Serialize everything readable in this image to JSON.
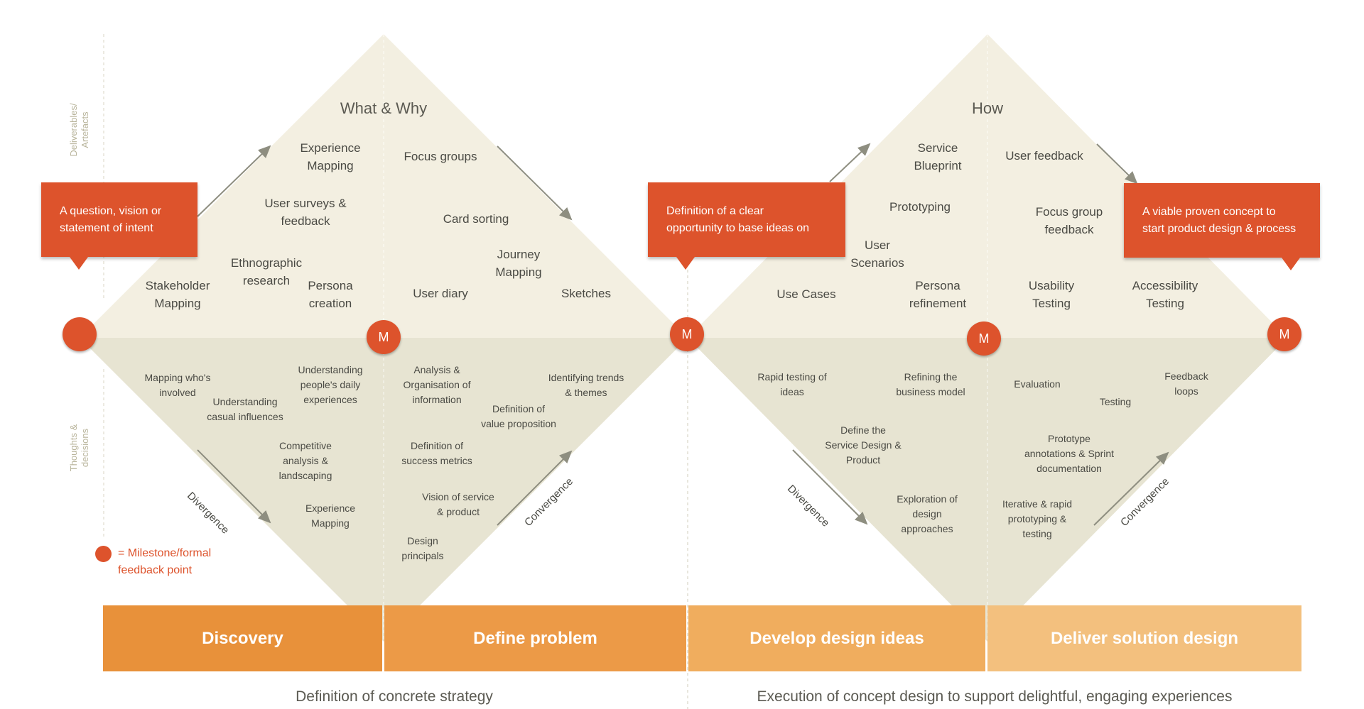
{
  "diamonds": {
    "what_why_title": "What & Why",
    "how_title": "How"
  },
  "side_labels": {
    "deliverables": "Deliverables/\nArtefacts",
    "thoughts": "Thoughts &\ndecisions"
  },
  "flow_labels": {
    "divergence": "Divergence",
    "convergence": "Convergence"
  },
  "callouts": [
    {
      "text": "A question, vision or\nstatement of intent"
    },
    {
      "text": "Definition of a clear\nopportunity to base ideas on"
    },
    {
      "text": "A viable proven concept to\nstart product design & process"
    }
  ],
  "milestones": {
    "marker": "M"
  },
  "deliverables": {
    "discovery": [
      "Experience\nMapping",
      "User surveys &\nfeedback",
      "Ethnographic\nresearch",
      "Stakeholder\nMapping",
      "Persona\ncreation"
    ],
    "define": [
      "Focus groups",
      "Card sorting",
      "Journey\nMapping",
      "User diary",
      "Sketches"
    ],
    "develop": [
      "Service\nBlueprint",
      "Prototyping",
      "User\nScenarios",
      "Use Cases",
      "Persona\nrefinement"
    ],
    "deliver": [
      "User feedback",
      "Focus group\nfeedback",
      "Usability\nTesting",
      "Accessibility\nTesting"
    ]
  },
  "thoughts": {
    "discovery": [
      "Mapping who's\ninvolved",
      "Understanding\ncasual influences",
      "Understanding\npeople's daily\nexperiences",
      "Competitive\nanalysis &\nlandscaping",
      "Experience\nMapping"
    ],
    "define": [
      "Analysis &\nOrganisation of\ninformation",
      "Identifying trends\n& themes",
      "Definition of\nvalue proposition",
      "Definition of\nsuccess metrics",
      "Vision of service\n& product",
      "Design\nprincipals"
    ],
    "develop": [
      "Rapid testing of\nideas",
      "Refining the\nbusiness model",
      "Define the\nService Design &\nProduct",
      "Exploration of\ndesign\napproaches"
    ],
    "deliver": [
      "Evaluation",
      "Feedback\nloops",
      "Testing",
      "Prototype\nannotations & Sprint\ndocumentation",
      "Iterative & rapid\nprototyping &\ntesting"
    ]
  },
  "legend": {
    "text": "= Milestone/formal\nfeedback point"
  },
  "phases": [
    {
      "label": "Discovery",
      "color": "#e8913a"
    },
    {
      "label": "Define problem",
      "color": "#ec9a47"
    },
    {
      "label": "Develop design ideas",
      "color": "#f0ad5e"
    },
    {
      "label": "Deliver solution design",
      "color": "#f3c07e"
    }
  ],
  "footer": {
    "left": "Definition of concrete strategy",
    "right": "Execution of concept design to support delightful, engaging experiences"
  },
  "colors": {
    "accent": "#dd532c",
    "diamond_top": "#f3efe1",
    "diamond_bottom": "#e7e4d2",
    "arrow": "#8e8e80"
  }
}
